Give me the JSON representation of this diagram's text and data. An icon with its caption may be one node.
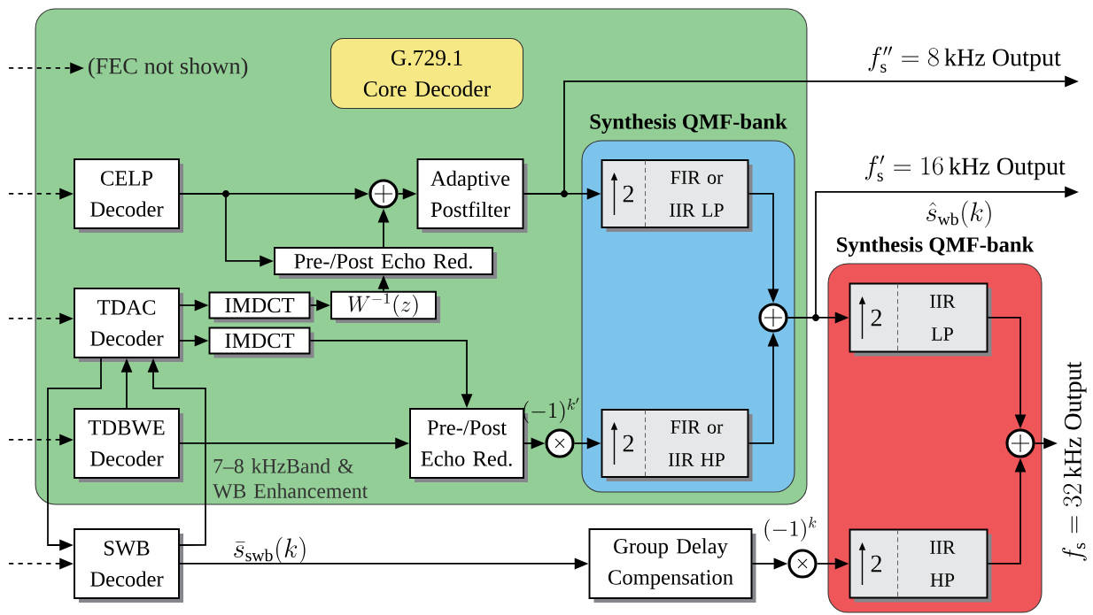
{
  "diagram": {
    "nodes": [
      {
        "text": [],
        "shape": "box"
      },
      {
        "text": [
          "G.729.1",
          "Core Decoder"
        ],
        "in": 0
      },
      {
        "text": [
          "(FEC not shown)"
        ],
        "in": 0
      },
      {
        "text": [
          "CELP Decoder"
        ],
        "in": 0
      },
      {
        "text": [],
        "shape": "circle",
        "in": 0
      },
      {
        "text": [
          "Adaptive Postfilter"
        ],
        "in": 0
      },
      {
        "text": [
          "Pre-/Post Echo Red."
        ],
        "in": 0
      },
      {
        "text": [
          "TDAC Decoder"
        ],
        "in": 0
      },
      {
        "text": [
          "IMDCT"
        ],
        "in": 0
      },
      {
        "text": [
          "W^{-1}(z)"
        ],
        "in": 0
      },
      {
        "text": [
          "IMDCT"
        ],
        "in": 0
      },
      {
        "text": [
          "TDBWE Decoder"
        ],
        "in": 0
      },
      {
        "text": [
          "Pre-/Post Echo Red."
        ],
        "in": 0
      },
      {
        "text": [],
        "shape": "circle",
        "in": 0,
        "beside": [
          "(-1)^{k'}"
        ]
      },
      {
        "text": [
          "Synthesis QMF-bank"
        ],
        "in": 0
      },
      {
        "text": [
          "2",
          "FIR or IIR LP"
        ],
        "in": 14
      },
      {
        "text": [],
        "shape": "circle",
        "in": 14
      },
      {
        "text": [
          "2",
          "FIR or IIR HP"
        ],
        "in": 14
      },
      {
        "text": [
          "Synthesis QMF-bank"
        ]
      },
      {
        "text": [
          "2",
          "IIR LP"
        ],
        "in": 18
      },
      {
        "text": [
          "2",
          "IIR HP"
        ],
        "in": 18
      },
      {
        "text": [],
        "shape": "circle",
        "in": 18
      },
      {
        "text": [
          "SWB Decoder"
        ]
      },
      {
        "text": [
          "Group Delay Compensation"
        ]
      },
      {
        "text": [],
        "shape": "circle",
        "beside": [
          "(-1)^{k}"
        ]
      }
    ],
    "edges": [
      {
        "from": null,
        "to": 2,
        "arrow": "to",
        "style": "dashed"
      },
      {
        "from": null,
        "to": 3,
        "arrow": "to",
        "style": "dashed"
      },
      {
        "from": null,
        "to": 7,
        "arrow": "to",
        "style": "dashed"
      },
      {
        "from": null,
        "to": 11,
        "arrow": "to",
        "style": "dashed"
      },
      {
        "from": null,
        "to": 22,
        "arrow": "to",
        "style": "dashed"
      },
      {
        "from": 3,
        "to": 4,
        "arrow": "to"
      },
      {
        "from": 3,
        "to": 6,
        "arrow": "to"
      },
      {
        "from": 6,
        "to": 4,
        "arrow": "to"
      },
      {
        "from": 4,
        "to": 5,
        "arrow": "to"
      },
      {
        "from": 5,
        "to": 15,
        "arrow": "to"
      },
      {
        "from": 5,
        "to": null,
        "arrow": "to",
        "label": "f_{\\mathrm{s}}'' = 8\\,\\mathrm{kHz}\\ \\mathrm{Output}"
      },
      {
        "from": 7,
        "to": 8,
        "arrow": "to"
      },
      {
        "from": 8,
        "to": 9,
        "arrow": "to"
      },
      {
        "from": 9,
        "to": 6,
        "arrow": "to"
      },
      {
        "from": 7,
        "to": 10,
        "arrow": "to"
      },
      {
        "from": 10,
        "to": 12,
        "arrow": "to"
      },
      {
        "from": 11,
        "to": 7,
        "arrow": "to"
      },
      {
        "from": 11,
        "to": 12,
        "arrow": "to"
      },
      {
        "from": 12,
        "to": 13,
        "arrow": "to"
      },
      {
        "from": 13,
        "to": 17,
        "arrow": "to"
      },
      {
        "from": 15,
        "to": 16,
        "arrow": "to"
      },
      {
        "from": 17,
        "to": 16,
        "arrow": "to"
      },
      {
        "from": 16,
        "to": 19,
        "arrow": "to"
      },
      {
        "from": 16,
        "to": null,
        "arrow": "to",
        "label": "f_{\\mathrm{s}}' = 16\\,\\mathrm{kHz}\\ \\mathrm{Output}"
      },
      {
        "from": 7,
        "to": 22,
        "arrow": "to"
      },
      {
        "from": 22,
        "to": 7,
        "arrow": "to",
        "label": "7–8 kHzBand & WB Enhancement"
      },
      {
        "from": 22,
        "to": 23,
        "arrow": "to",
        "label": "\\bar{s}_{\\mathrm{swb}}(k)"
      },
      {
        "from": 23,
        "to": 24,
        "arrow": "to"
      },
      {
        "from": 24,
        "to": 20,
        "arrow": "to"
      },
      {
        "from": 19,
        "to": 21,
        "arrow": "to"
      },
      {
        "from": 20,
        "to": 21,
        "arrow": "to"
      },
      {
        "from": 21,
        "to": null,
        "arrow": "to",
        "label": "f_{\\mathrm{s}} = 32\\,\\mathrm{kHz}\\ \\mathrm{Output}"
      }
    ],
    "labels": [
      "\\hat{s}_{\\mathrm{wb}}(k)"
    ]
  }
}
